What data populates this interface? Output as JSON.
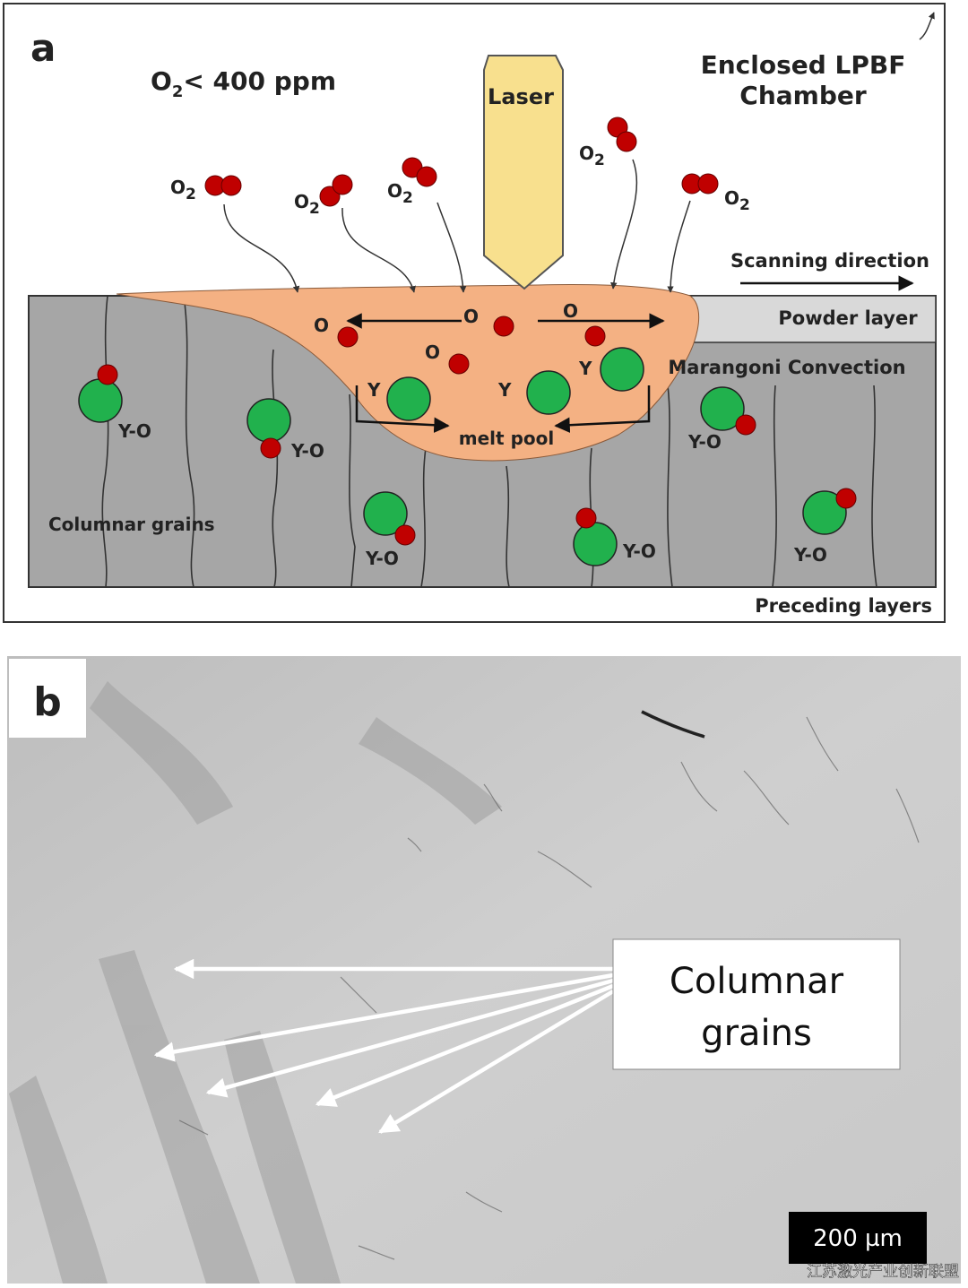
{
  "panel_a": {
    "label": "a",
    "oxygen_level": {
      "main": "O",
      "sub": "2",
      "rest": "< 400 ppm"
    },
    "chamber_label_line1": "Enclosed LPBF",
    "chamber_label_line2": "Chamber",
    "laser_label": "Laser",
    "o2_main": "O",
    "o2_sub": "2",
    "scanning_direction": "Scanning direction",
    "powder_layer": "Powder layer",
    "marangoni": "Marangoni Convection",
    "melt_pool": "melt pool",
    "oxygen_atom": "O",
    "yttrium_atom": "Y",
    "yo_label": "Y-O",
    "columnar_grains": "Columnar grains",
    "preceding_layers": "Preceding layers",
    "colors": {
      "melt_pool": "#f4b183",
      "substrate": "#a6a6a6",
      "powder": "#d9d9d9",
      "laser": "#f8e08e",
      "oxygen": "#c00000",
      "yttrium": "#21b14d"
    }
  },
  "panel_b": {
    "label": "b",
    "callout_line1": "Columnar",
    "callout_line2": "grains",
    "scale_bar": "200 µm",
    "watermark": "江苏激光产业创新联盟"
  }
}
